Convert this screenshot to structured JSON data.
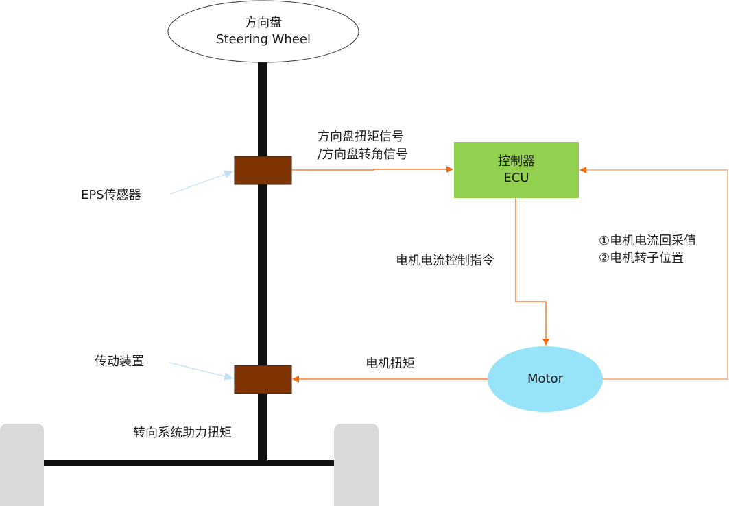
{
  "title": "EPS steering system diagram",
  "nodes": {
    "steering_wheel": {
      "line1": "方向盘",
      "line2": "Steering Wheel"
    },
    "ecu": {
      "line1": "控制器",
      "line2": "ECU",
      "fill": "#92d050"
    },
    "motor": {
      "label": "Motor",
      "fill": "#97e3fa"
    },
    "sensor_block_fill": "#7f3300",
    "wheel_fill": "#d9d9d9"
  },
  "labels": {
    "eps_sensor": "EPS传感器",
    "transmission": "传动装置",
    "signal_line1": "方向盘扭矩信号",
    "signal_line2": "/方向盘转角信号",
    "current_cmd": "电机电流控制指令",
    "feedback_line1": "①电机电流回采值",
    "feedback_line2": "②电机转子位置",
    "motor_torque": "电机扭矩",
    "assist_torque": "转向系统助力扭矩"
  },
  "colors": {
    "arrow": "#f06a10",
    "pointer": "#c5e2f5",
    "shaft": "#111111"
  }
}
